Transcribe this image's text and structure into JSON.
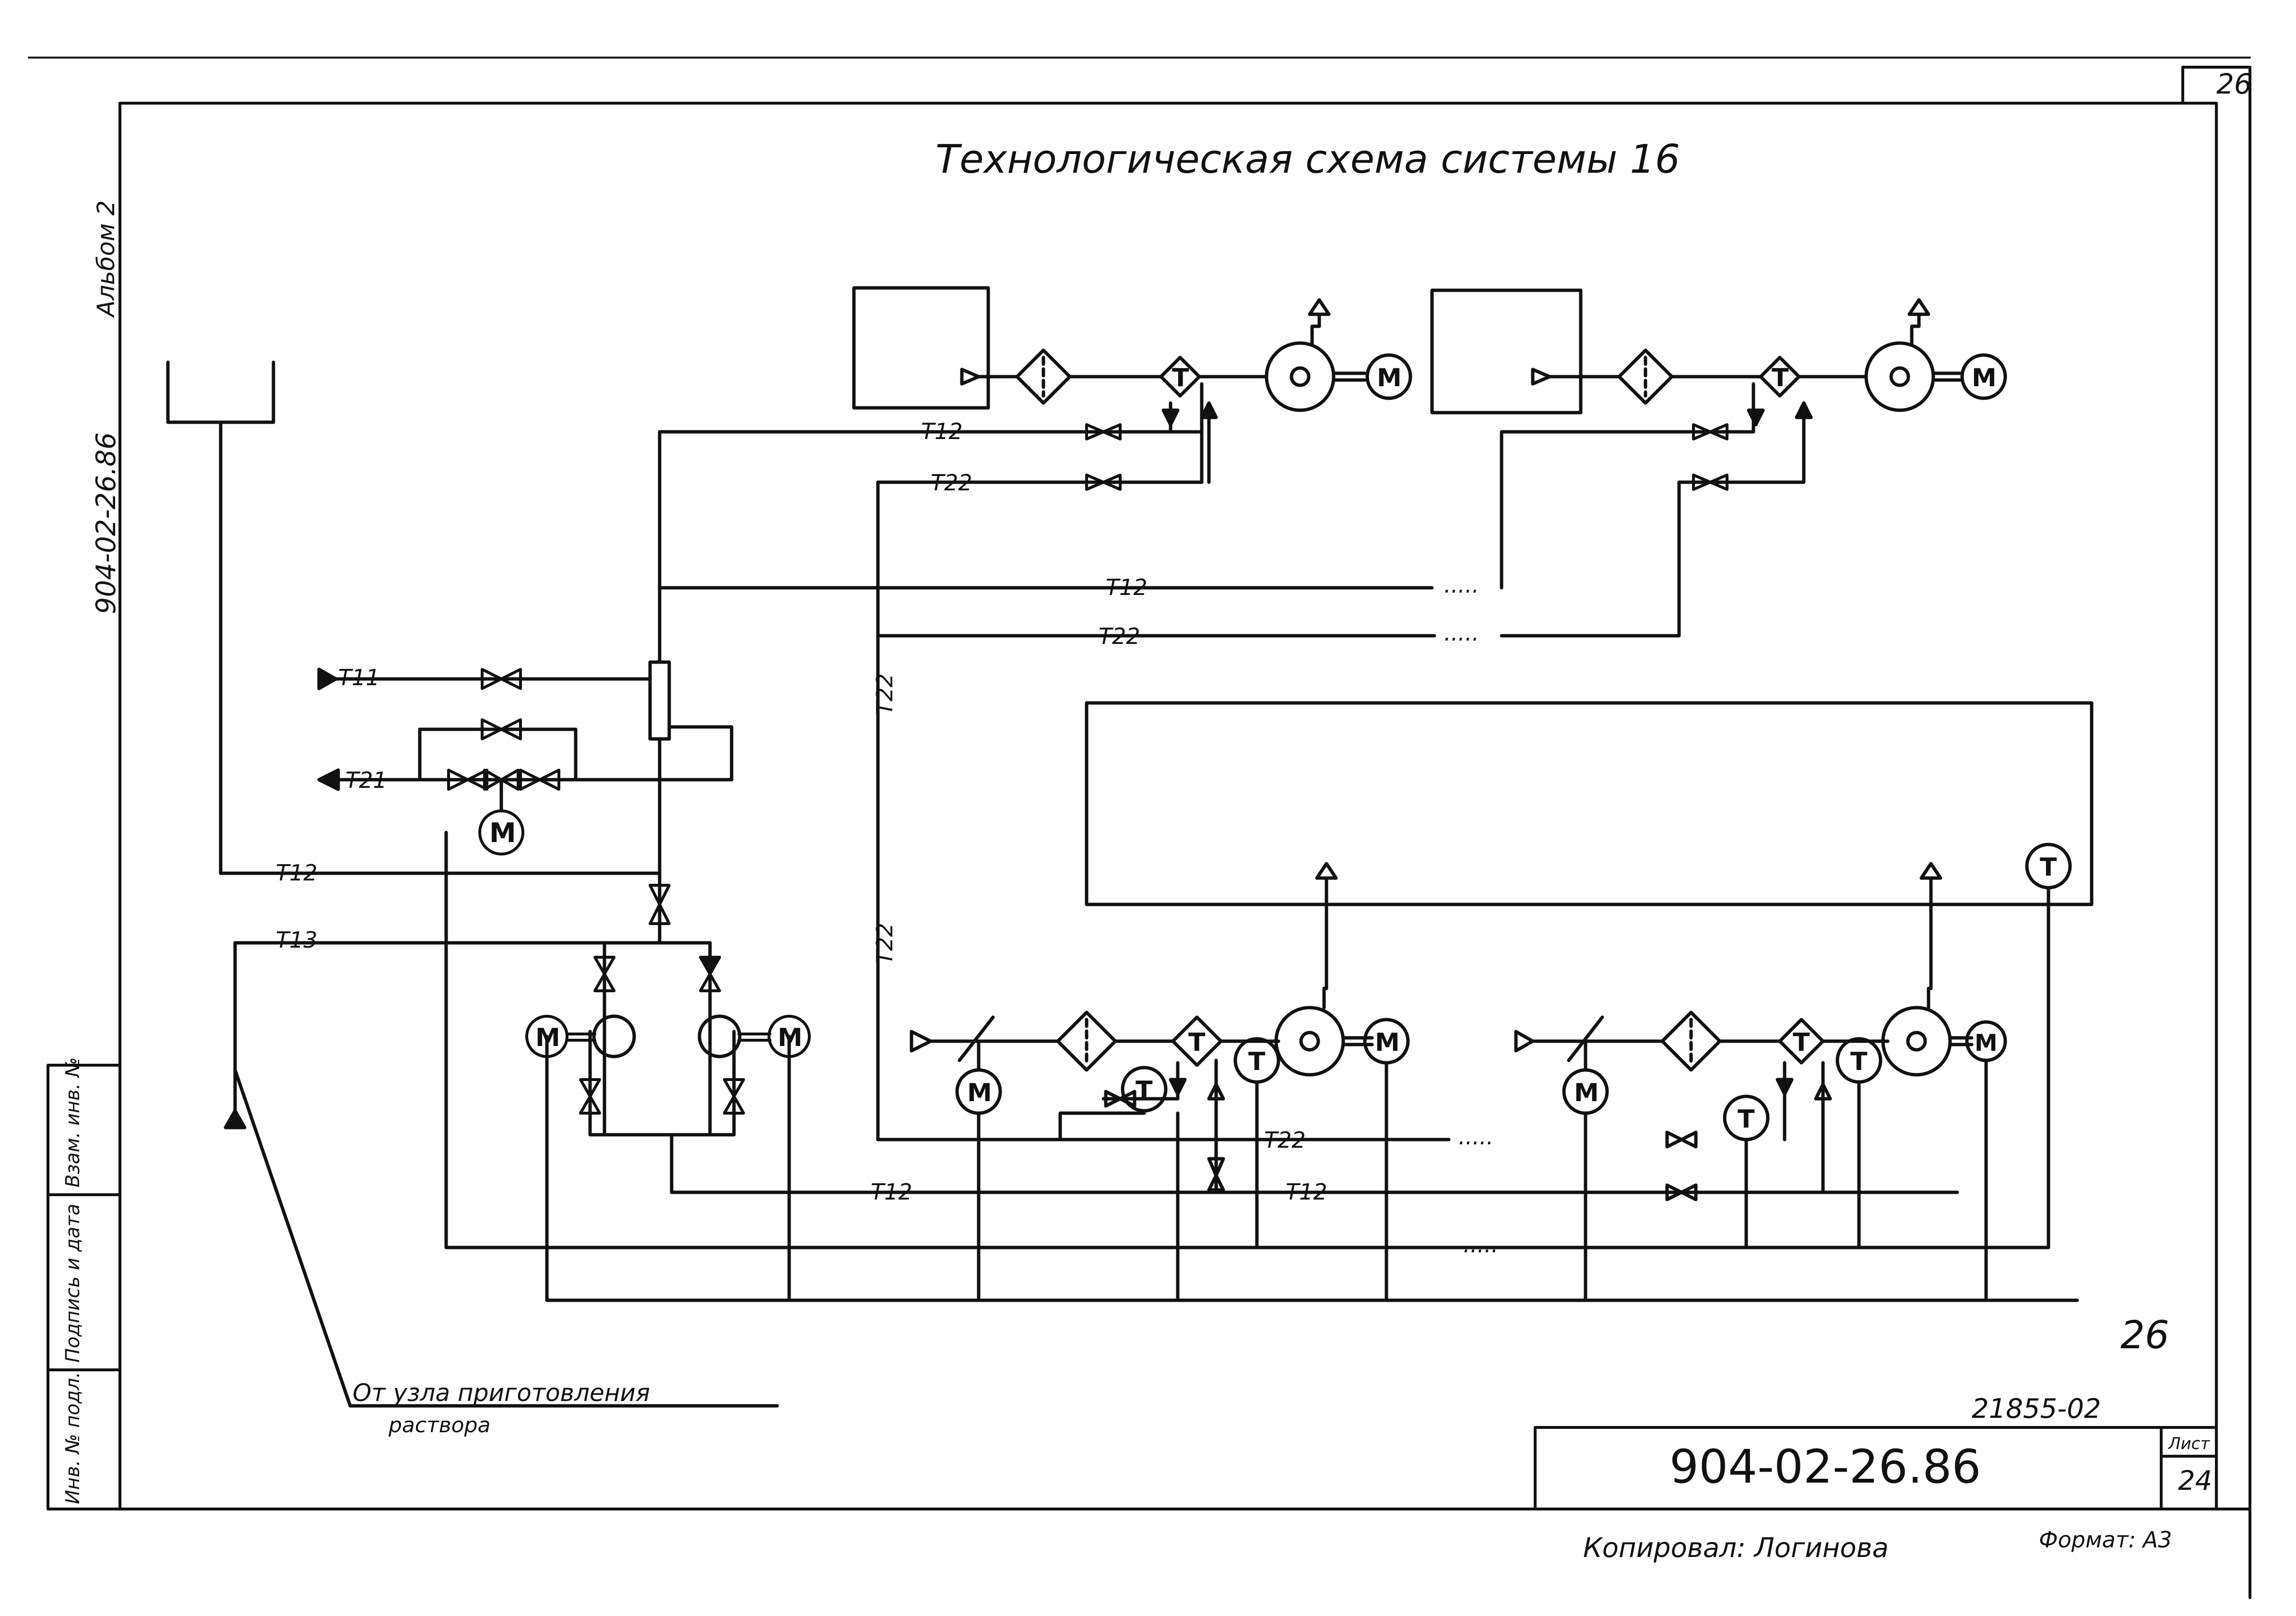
{
  "sheet": {
    "page_number": "26",
    "title": "Технологическая схема системы 16",
    "album": "Альбом 2",
    "project_code_side": "904-02-26.86",
    "corner_mark": "26",
    "inventory_code": "21855-02",
    "stamp_code": "904-02-26.86",
    "sheet_label": "Лист",
    "sheet_number": "24",
    "copied_by": "Копировал: Логинова",
    "format": "Формат: А3"
  },
  "side_stamp": {
    "col_1": "Инв. № подл.",
    "col_2": "Подпись и дата",
    "col_3": "Взам. инв. №"
  },
  "source_note": {
    "line_1": "От узла приготовления",
    "line_2": "раствора"
  },
  "pipes": {
    "T11": "Т11",
    "T21": "Т21",
    "T12": "Т12",
    "T13": "Т13",
    "T22": "Т22"
  },
  "symbols": {
    "motor": "М",
    "temperature": "Т",
    "continuation": "....."
  },
  "colors": {
    "ink": "#111111",
    "paper": "#ffffff"
  }
}
